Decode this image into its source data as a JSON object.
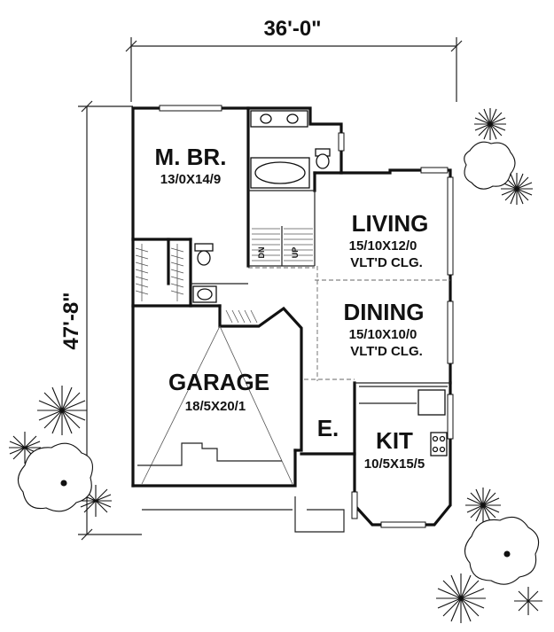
{
  "dimensions": {
    "width": "36'-0\"",
    "depth": "47'-8\""
  },
  "rooms": {
    "master_bedroom": {
      "name": "M. BR.",
      "size": "13/0X14/9"
    },
    "living": {
      "name": "LIVING",
      "size": "15/10X12/0",
      "note": "VLT'D CLG."
    },
    "dining": {
      "name": "DINING",
      "size": "15/10X10/0",
      "note": "VLT'D CLG."
    },
    "garage": {
      "name": "GARAGE",
      "size": "18/5X20/1"
    },
    "kitchen": {
      "name": "KIT",
      "size": "10/5X15/5"
    },
    "entry": {
      "name": "E."
    }
  },
  "stairs": {
    "down": "DN",
    "up": "UP"
  },
  "colors": {
    "ink": "#111111",
    "paper": "#ffffff"
  }
}
